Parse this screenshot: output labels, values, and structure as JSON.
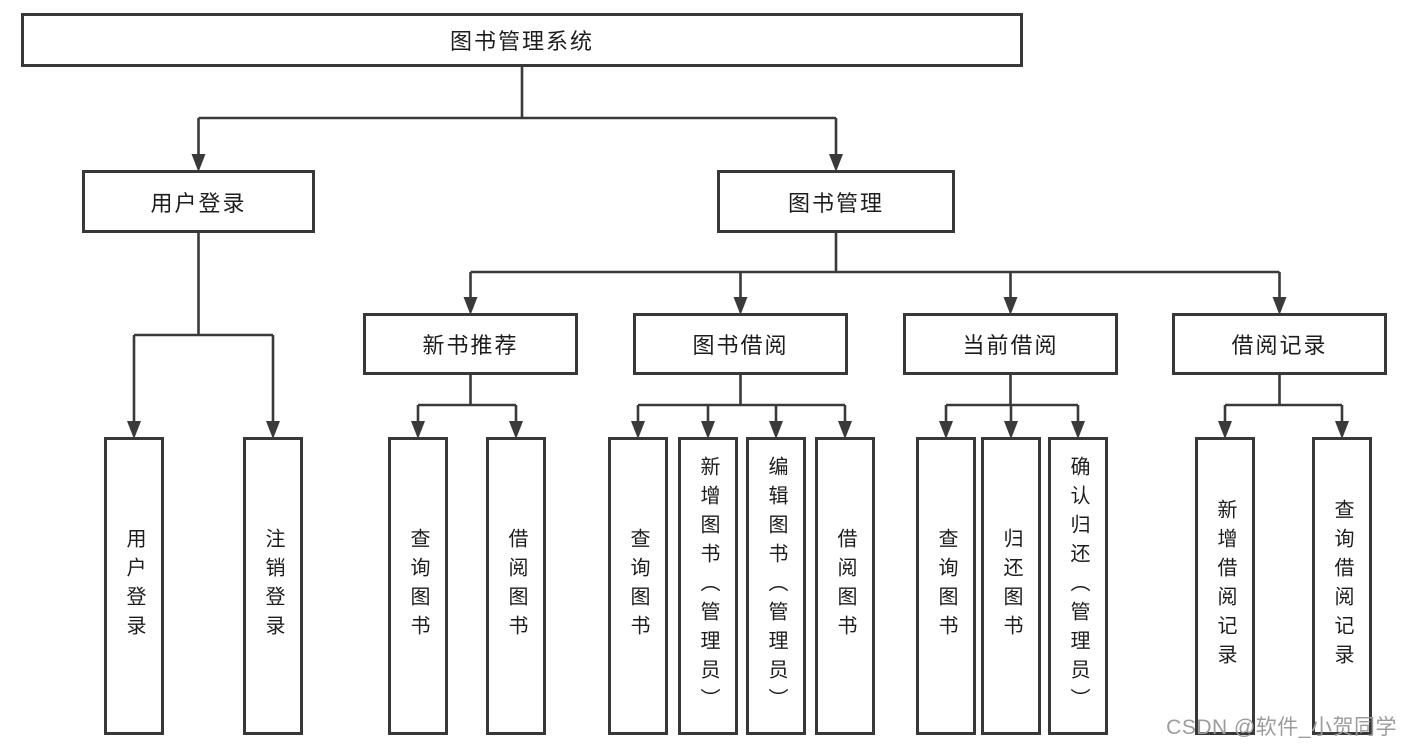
{
  "tree": {
    "root": {
      "label": "图书管理系统"
    },
    "branches": [
      {
        "label": "用户登录",
        "children": [
          {
            "label": "用户登录"
          },
          {
            "label": "注销登录"
          }
        ]
      },
      {
        "label": "图书管理",
        "children": [
          {
            "label": "新书推荐",
            "children": [
              {
                "label": "查询图书"
              },
              {
                "label": "借阅图书"
              }
            ]
          },
          {
            "label": "图书借阅",
            "children": [
              {
                "label": "查询图书"
              },
              {
                "label": "新增图书（管理员）"
              },
              {
                "label": "编辑图书（管理员）"
              },
              {
                "label": "借阅图书"
              }
            ]
          },
          {
            "label": "当前借阅",
            "children": [
              {
                "label": "查询图书"
              },
              {
                "label": "归还图书"
              },
              {
                "label": "确认归还（管理员）"
              }
            ]
          },
          {
            "label": "借阅记录",
            "children": [
              {
                "label": "新增借阅记录"
              },
              {
                "label": "查询借阅记录"
              }
            ]
          }
        ]
      }
    ]
  },
  "watermark": {
    "text": "CSDN @软件_小贺同学"
  },
  "colors": {
    "line": "#3a3a3a",
    "box_border": "#383838",
    "box_fill": "#ffffff",
    "text": "#1d1d1d",
    "watermark": "#9c9c9c",
    "background": "#ffffff"
  }
}
